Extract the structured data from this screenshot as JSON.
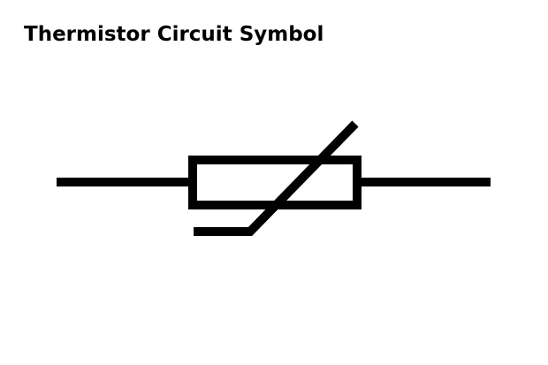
{
  "title": "Thermistor Circuit Symbol",
  "colors": {
    "background": "#ffffff",
    "stroke": "#000000"
  },
  "symbol": {
    "name": "thermistor-symbol",
    "parts": [
      "left-lead",
      "resistor-body",
      "right-lead",
      "temperature-slash"
    ]
  }
}
